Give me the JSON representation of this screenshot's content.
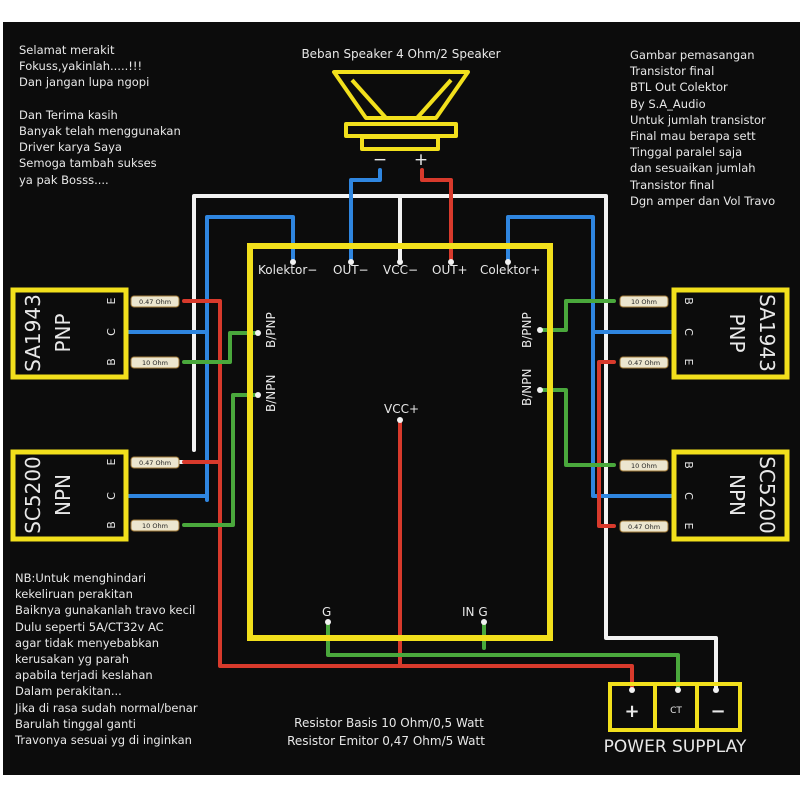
{
  "header": {
    "speaker_title": "Beban Speaker 4 Ohm/2 Speaker"
  },
  "notes": {
    "top_left": "Selamat merakit\nFokuss,yakinlah.....!!!\nDan jangan lupa ngopi\n\nDan Terima kasih\nBanyak telah menggunakan\nDriver karya Saya\nSemoga tambah sukses\nya pak Bosss....",
    "top_right": "Gambar pemasangan\nTransistor final\nBTL Out Colektor\nBy S.A_Audio\nUntuk jumlah transistor\nFinal mau berapa sett\nTinggal paralel saja\ndan sesuaikan jumlah\nTransistor final\nDgn amper dan Vol Travo",
    "bottom_left": "NB:Untuk menghindari\nkekeliruan perakitan\nBaiknya gunakanlah travo kecil\nDulu seperti 5A/CT32v AC\nagar tidak menyebabkan\nkerusakan yg parah\napabila terjadi keslahan\nDalam perakitan...\nJika di rasa sudah normal/benar\nBarulah tinggal ganti\nTravonya sesuai yg di inginkan",
    "resistor_basis": "Resistor Basis 10 Ohm/0,5 Watt",
    "resistor_emitor": "Resistor Emitor 0,47 Ohm/5 Watt"
  },
  "speaker": {
    "minus": "−",
    "plus": "+"
  },
  "board": {
    "kolektor_minus": "Kolektor−",
    "out_minus": "OUT−",
    "vcc_minus": "VCC−",
    "out_plus": "OUT+",
    "kolektor_plus": "Colektor+",
    "b_pnp": "B/PNP",
    "b_npn": "B/NPN",
    "vcc_plus": "VCC+",
    "g": "G",
    "in_g": "IN G"
  },
  "transistors": {
    "tl": {
      "name": "SA1943",
      "type": "PNP"
    },
    "bl": {
      "name": "SC5200",
      "type": "NPN"
    },
    "tr": {
      "name": "SA1943",
      "type": "PNP"
    },
    "br": {
      "name": "SC5200",
      "type": "NPN"
    }
  },
  "pins": {
    "e": "E",
    "c": "C",
    "b": "B"
  },
  "resistors": {
    "emitor": "0.47 Ohm",
    "basis": "10 Ohm"
  },
  "power_supply": {
    "title": "POWER SUPPLAY",
    "plus": "+",
    "ct": "CT",
    "minus": "−"
  },
  "colors": {
    "yellow": "#f2e01c",
    "blue": "#2f86e0",
    "red": "#d83a2c",
    "green": "#4aa83c",
    "white": "#f2f2f2",
    "background": "#0c0c0c"
  }
}
